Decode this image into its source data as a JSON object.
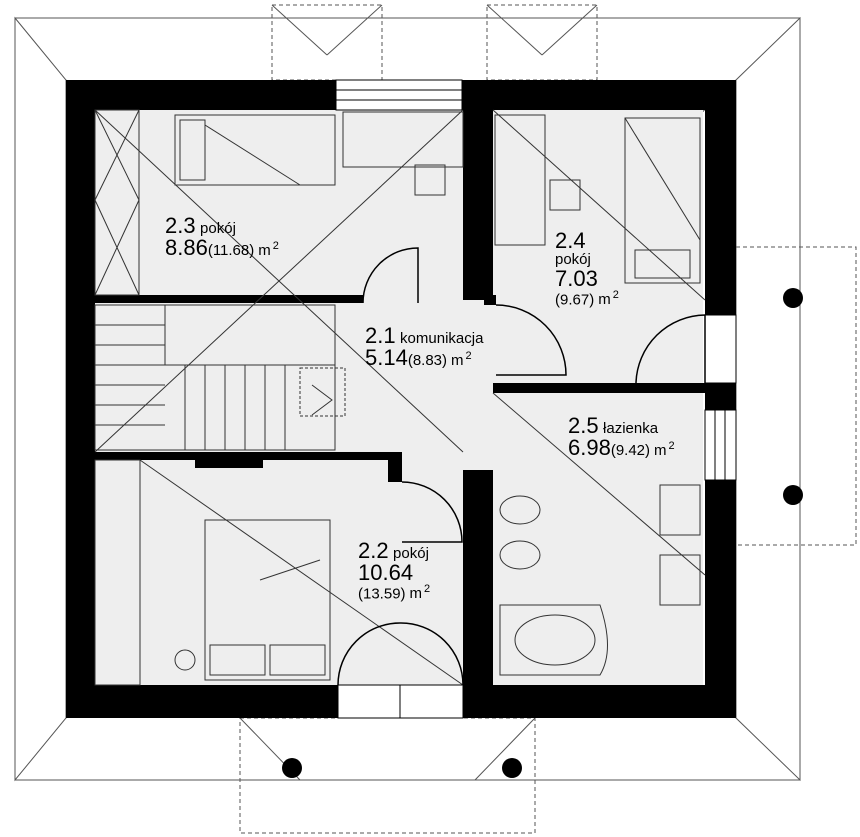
{
  "rooms": [
    {
      "id": "2.1",
      "number": "2.1",
      "name": "komunikacja",
      "area": "5.14",
      "area_total": "(8.83)",
      "unit": "m",
      "sup": "2"
    },
    {
      "id": "2.2",
      "number": "2.2",
      "name": "pokój",
      "area": "10.64",
      "area_total": "(13.59)",
      "unit": "m",
      "sup": "2"
    },
    {
      "id": "2.3",
      "number": "2.3",
      "name": "pokój",
      "area": "8.86",
      "area_total": "(11.68)",
      "unit": "m",
      "sup": "2"
    },
    {
      "id": "2.4",
      "number": "2.4",
      "name": "pokój",
      "area": "7.03",
      "area_total": "(9.67)",
      "unit": "m",
      "sup": "2"
    },
    {
      "id": "2.5",
      "number": "2.5",
      "name": "łazienka",
      "area": "6.98",
      "area_total": "(9.42)",
      "unit": "m",
      "sup": "2"
    }
  ],
  "colors": {
    "wall": "#000000",
    "floor": "#eeeeee",
    "line": "#333333",
    "bg": "#ffffff"
  }
}
